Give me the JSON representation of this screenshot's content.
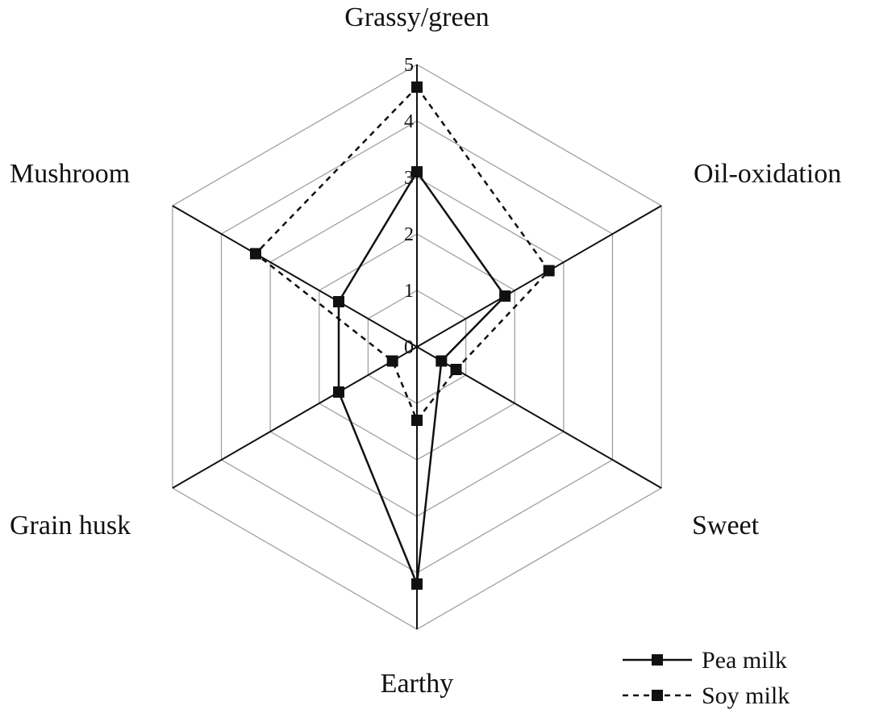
{
  "chart_data": {
    "type": "radar",
    "title": "",
    "axes": [
      "Grassy/green",
      "Oil-oxidation",
      "Sweet",
      "Earthy",
      "Grain husk",
      "Mushroom"
    ],
    "range": [
      0,
      5
    ],
    "ticks": [
      "0",
      "1",
      "2",
      "3",
      "4",
      "5"
    ],
    "grid": true,
    "legend_position": "bottom-right",
    "series": [
      {
        "name": "Pea milk",
        "style": "solid",
        "values": [
          3.1,
          1.8,
          0.5,
          4.2,
          1.6,
          1.6
        ]
      },
      {
        "name": "Soy milk",
        "style": "dashed",
        "values": [
          4.6,
          2.7,
          0.8,
          1.3,
          0.5,
          3.3
        ]
      }
    ],
    "colors": {
      "line": "#111111",
      "grid": "#9a9a9a",
      "axis": "#111111"
    }
  }
}
